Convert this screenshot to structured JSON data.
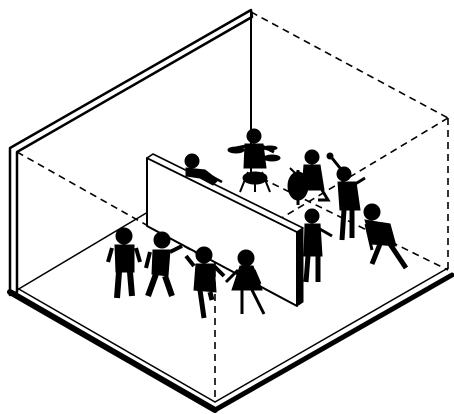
{
  "figure": {
    "ink_color": "#000000",
    "paper_color": "#ffffff",
    "room": {
      "solid_edges": [
        "left-wall",
        "back-wall",
        "floor-front-edge"
      ],
      "dashed_edges": [
        "ceiling-open-edges",
        "floor-center-line"
      ]
    },
    "partition": {
      "icon": "partition-panel"
    },
    "musicians": {
      "count": 5,
      "icons": [
        "recorder-player-icon",
        "drummer-icon",
        "cellist-icon",
        "trumpeter-icon",
        "saxophonist-icon"
      ]
    },
    "group": {
      "count": 4,
      "icons": [
        "child-standing-icon",
        "child-singing-icon",
        "child-dancing-icon",
        "girl-standing-icon"
      ]
    },
    "extra_listener": {
      "icon": "violinist-icon"
    }
  }
}
